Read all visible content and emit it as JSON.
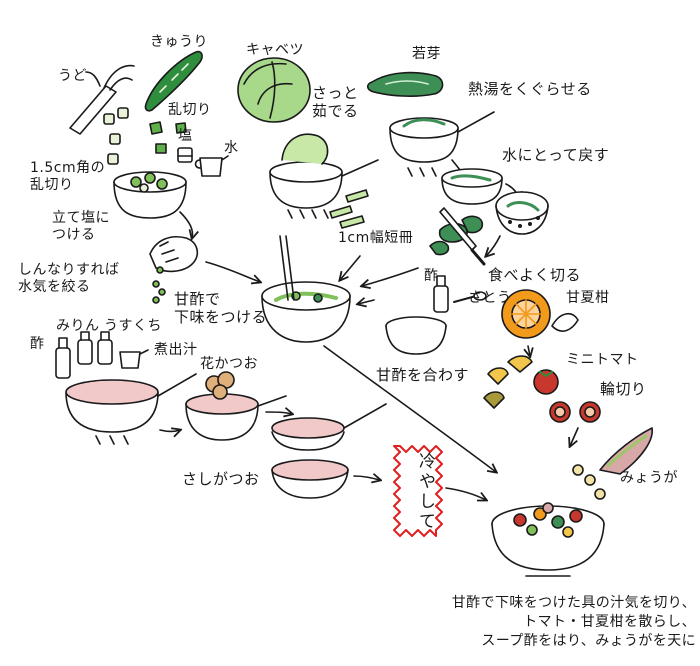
{
  "colors": {
    "ink": "#1a1a1a",
    "vegetable_green": "#7fc05a",
    "wakame_green": "#3d8f55",
    "cucumber_green": "#2f8d3e",
    "cabbage_green": "#a8d88a",
    "amanatsu_orange": "#f29a1c",
    "tomato_red": "#c8372d",
    "myoga_pink": "#d8a8a8",
    "bonito_tan": "#e0b07a",
    "broth_pink": "#f1c9c9",
    "chill_zigzag_red": "#e02020"
  },
  "ingredients": {
    "udo": "うど",
    "cucumber": "きゅうり",
    "cabbage": "キャベツ",
    "wakame": "若芽",
    "amanatsu": "甘夏柑",
    "mini_tomato": "ミニトマト",
    "myoga": "みょうが",
    "salt": "塩",
    "water": "水",
    "vinegar": "酢",
    "sugar": "さとう",
    "mirin": "みりん",
    "usukuchi": "うすくち",
    "dashi": "煮出汁",
    "vinegar_broth": "酢",
    "bonito_flakes": "花かつお"
  },
  "steps": {
    "rangiri": "乱切り",
    "cube_rangiri": "1.5cm角の\n乱切り",
    "tateshio": "立て塩に\nつける",
    "squeeze": "しんなりすれば\n水気を絞る",
    "blanch": "さっと\n茹でる",
    "tanzaku": "1cm幅短冊",
    "hot_water": "熱湯をくぐらせる",
    "cool_water": "水にとって戻す",
    "cut": "食べよく切る",
    "marinate": "甘酢で\n下味をつける",
    "mix_amazu": "甘酢を合わす",
    "rings": "輪切り",
    "sashigatsuo": "さしがつお",
    "chill": "冷やして",
    "final": "甘酢で下味をつけた具の汁気を切り、\nトマト・甘夏柑を散らし、\nスープ酢をはり、みょうがを天に"
  }
}
